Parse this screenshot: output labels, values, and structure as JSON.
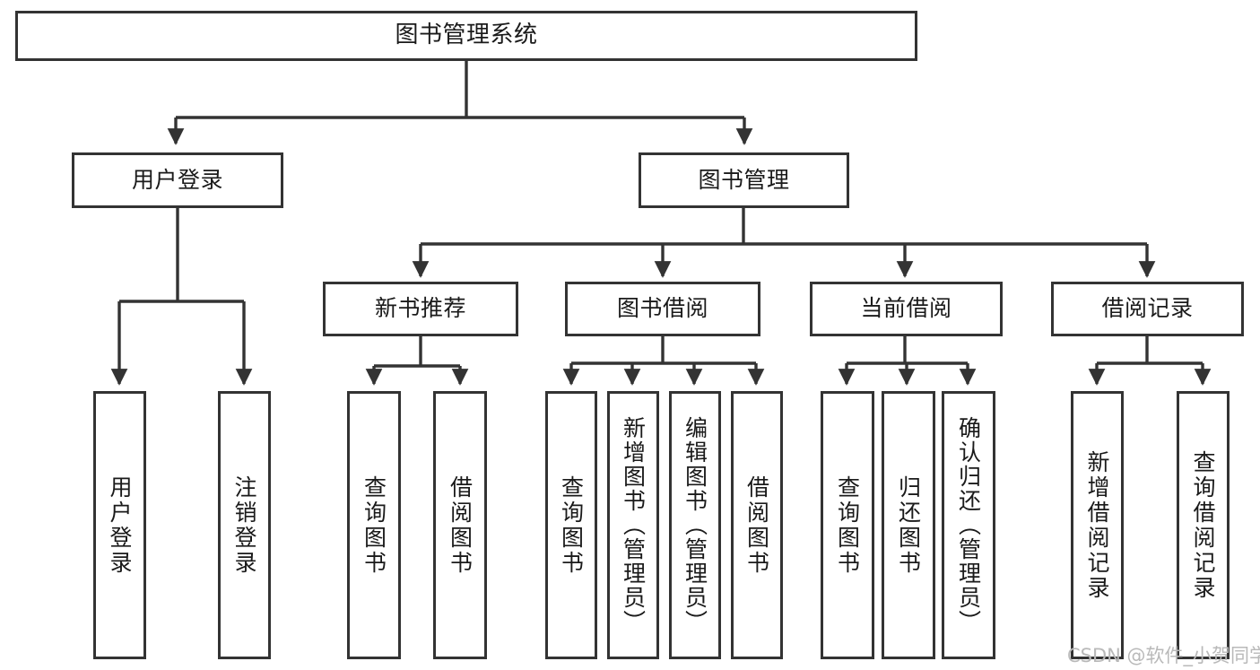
{
  "diagram": {
    "title": "图书管理系统",
    "type": "tree-hierarchy",
    "line_color": "#333333",
    "box_fill": "#ffffff",
    "text_color": "#1a1a1a"
  },
  "root": {
    "label": "图书管理系统"
  },
  "level2": [
    {
      "label": "用户登录"
    },
    {
      "label": "图书管理"
    }
  ],
  "level3": [
    {
      "label": "新书推荐"
    },
    {
      "label": "图书借阅"
    },
    {
      "label": "当前借阅"
    },
    {
      "label": "借阅记录"
    }
  ],
  "leaves": {
    "user_login": [
      {
        "label": "用户登录"
      },
      {
        "label": "注销登录"
      }
    ],
    "new_book": [
      {
        "label": "查询图书"
      },
      {
        "label": "借阅图书"
      }
    ],
    "book_borrow": [
      {
        "label": "查询图书"
      },
      {
        "label": "新增图书（管理员）"
      },
      {
        "label": "编辑图书（管理员）"
      },
      {
        "label": "借阅图书"
      }
    ],
    "current_borrow": [
      {
        "label": "查询图书"
      },
      {
        "label": "归还图书"
      },
      {
        "label": "确认归还（管理员）"
      }
    ],
    "borrow_record": [
      {
        "label": "新增借阅记录"
      },
      {
        "label": "查询借阅记录"
      }
    ]
  },
  "watermark": {
    "text": "CSDN @软件_小贺同学"
  }
}
